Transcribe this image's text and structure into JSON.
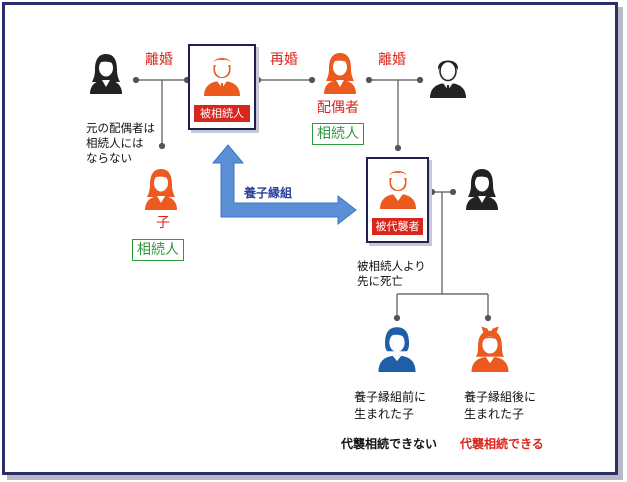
{
  "labels": {
    "divorce_left": "離婚",
    "remarriage": "再婚",
    "divorce_right": "離婚",
    "spouse": "配偶者",
    "heir_spouse": "相続人",
    "child": "子",
    "heir_child": "相続人",
    "ex_spouse_note": "元の配偶者は\n相続人には\nならない",
    "adoption": "養子縁組",
    "decedent": "被相続人",
    "predeceased": "被代襲者",
    "predeceased_note": "被相続人より\n先に死亡",
    "child_before": "養子縁組前に\n生まれた子",
    "child_after": "養子縁組後に\n生まれた子",
    "cannot_inherit": "代襲相続できない",
    "can_inherit": "代襲相続できる"
  },
  "icons": {
    "ex_spouse_left": "woman-black-icon",
    "child": "woman-orange-icon",
    "decedent": "man-orange-icon",
    "spouse": "woman-orange-icon",
    "ex_spouse_right": "man-black-icon",
    "predeceased": "man-orange-icon",
    "predeceased_spouse": "woman-black-icon",
    "child_before": "person-blue-icon",
    "child_after": "girl-orange-icon"
  },
  "colors": {
    "orange": "#ec5a1f",
    "black": "#222222",
    "blue": "#1f5fa8",
    "red": "#d9261c",
    "green": "#2e9a3e",
    "arrow": "#5b8fd6",
    "navy": "#1d2151"
  }
}
